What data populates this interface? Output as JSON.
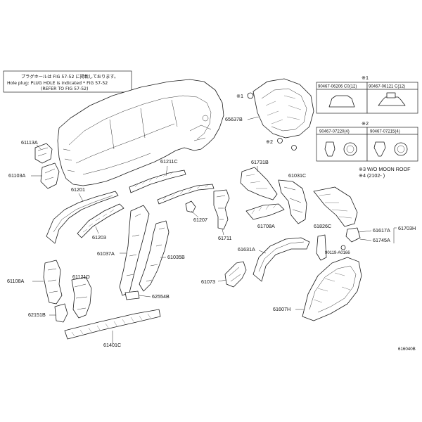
{
  "note_box": {
    "line1": "プラグホールは FIG 57-52 に掲載しております。",
    "line2": "Hole plug: PLUG HOLE is indicated * FIG 57-52",
    "line3": "(REFER TO FIG 57-52)"
  },
  "parts": {
    "p61113A": "61113A",
    "p61103A": "61103A",
    "p61201": "61201",
    "p61211C": "61211C",
    "p61203": "61203",
    "p61037A": "61037A",
    "p61035B": "61035B",
    "p62554B": "62554B",
    "p61207": "61207",
    "p61711": "61711",
    "p61108A": "61108A",
    "p61121D": "61121D",
    "p62151B": "62151B",
    "p61401C": "61401C",
    "p65637B": "65637B",
    "p61731B": "61731B",
    "p61031C": "61031C",
    "p61708A": "61708A",
    "p61826C": "61826C",
    "p61631A": "61631A",
    "p61073": "61073",
    "p61607H": "61607H",
    "p61617A": "61617A",
    "p61703H": "61703H",
    "p61745A": "61745A",
    "p90119": "90119-A0166"
  },
  "callouts": {
    "c1": "※1",
    "c2": "※2",
    "c1_mark": "※1",
    "c2_mark": "※2"
  },
  "fastener_tables": {
    "t1_title": "※1",
    "t1_left": "90467-06206 C0(12)",
    "t1_right": "90467-06121 C(12)",
    "t2_title": "※2",
    "t2_left": "90467-07220(4)",
    "t2_right": "90467-07215(4)"
  },
  "footnotes": {
    "f1": "※3 W/O MOON ROOF",
    "f2": "※4 (2102-    )"
  },
  "figure_id": "616040B"
}
